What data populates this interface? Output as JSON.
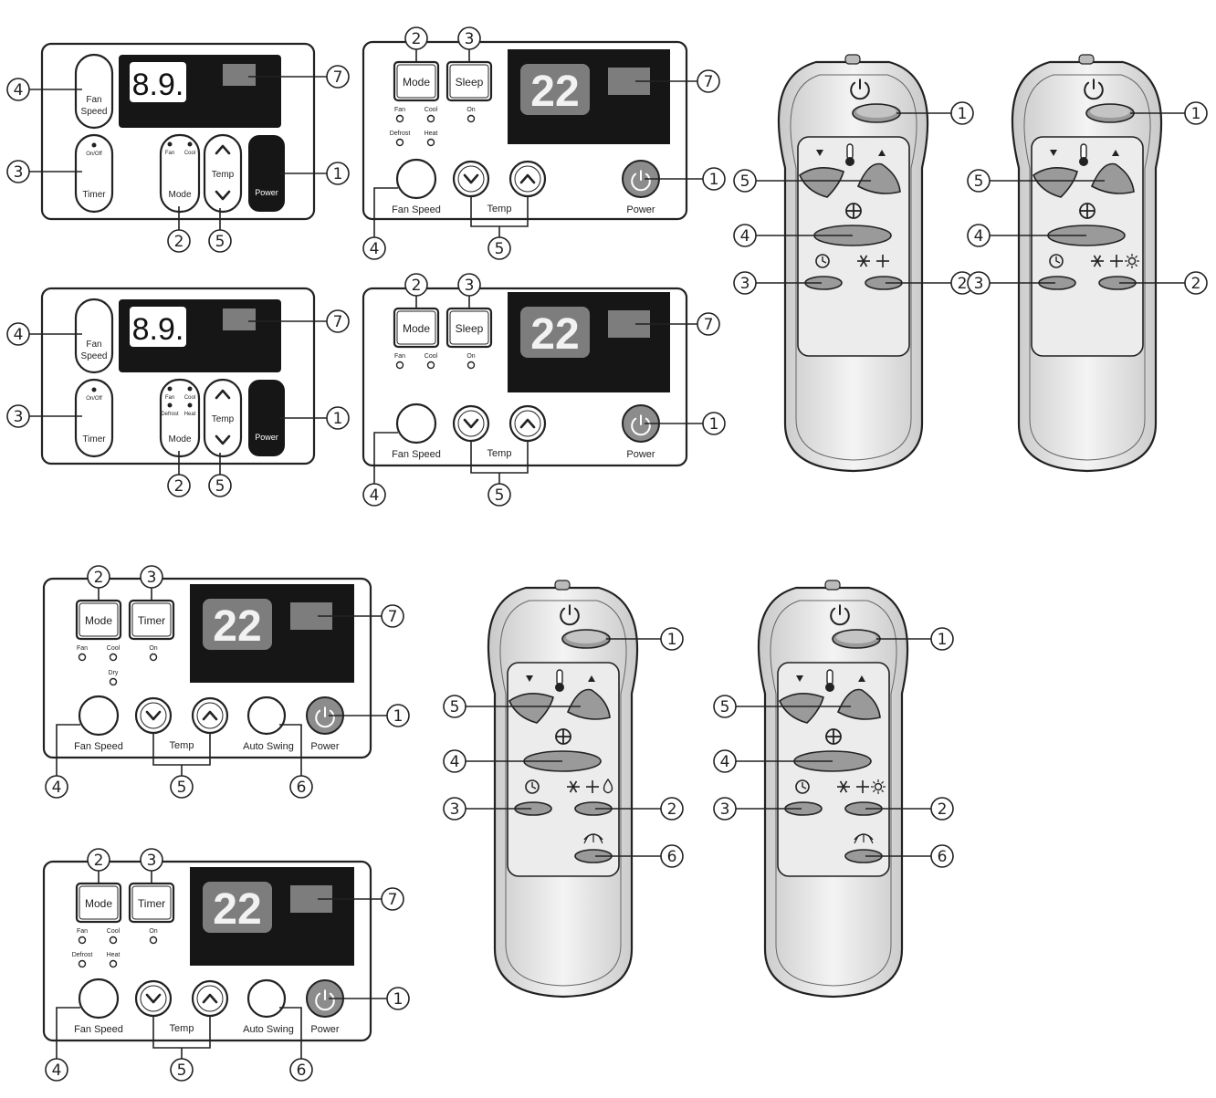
{
  "callout_numbers": [
    "1",
    "2",
    "3",
    "4",
    "5",
    "6",
    "7"
  ],
  "display_digits": {
    "small": "8.9.",
    "large": "22"
  },
  "panel_labels": {
    "fan_speed": "Fan Speed",
    "fan": "Fan",
    "speed": "Speed",
    "timer": "Timer",
    "on_off": "On/Off",
    "mode": "Mode",
    "sleep": "Sleep",
    "temp": "Temp",
    "power": "Power",
    "auto_swing": "Auto Swing",
    "ind_fan": "Fan",
    "ind_cool": "Cool",
    "ind_defrost": "Defrost",
    "ind_heat": "Heat",
    "ind_dry": "Dry",
    "ind_on": "On"
  },
  "remote_icons": {
    "power": "power-icon",
    "temp_down": "triangle-down-icon",
    "temp_up": "triangle-up-icon",
    "thermometer": "thermometer-icon",
    "fan": "fan-icon",
    "timer": "clock-icon",
    "mode_cool_fan": "snowflake-fan-icons",
    "mode_cool_fan_heat": "snowflake-fan-sun-icons",
    "mode_cool_fan_dry": "snowflake-fan-drop-icons",
    "swing": "swing-icon"
  },
  "colors": {
    "ink": "#222222",
    "display_bg": "#161616",
    "digit_bg": "#7d7d7d",
    "power_btn": "#8c8c8c",
    "remote_body": "#e6e6e6"
  }
}
